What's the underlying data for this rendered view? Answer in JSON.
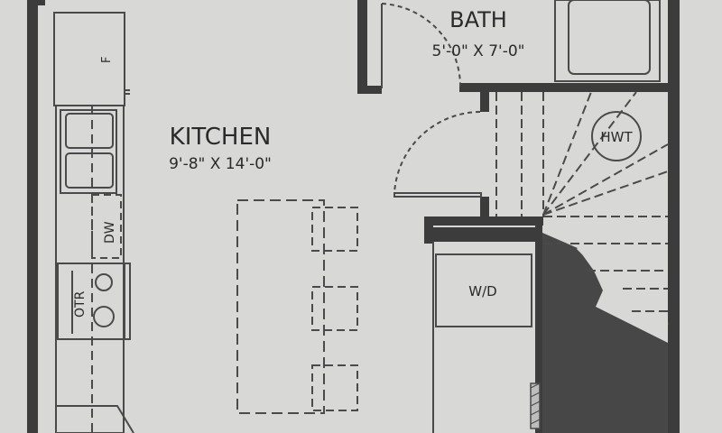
{
  "rooms": {
    "kitchen": {
      "name": "KITCHEN",
      "dims": "9'-8\" X 14'-0\""
    },
    "bath": {
      "name": "BATH",
      "dims": "5'-0\" X 7'-0\""
    }
  },
  "fixtures": {
    "fridge": "F",
    "dishwasher": "DW",
    "range": "OTR",
    "water_heater": "HWT",
    "washer_dryer": "W/D"
  },
  "colors": {
    "paper": "#d8d8d6",
    "wall": "#3a3a3a",
    "line": "#4a4a4a",
    "dark_fill": "#474747"
  }
}
